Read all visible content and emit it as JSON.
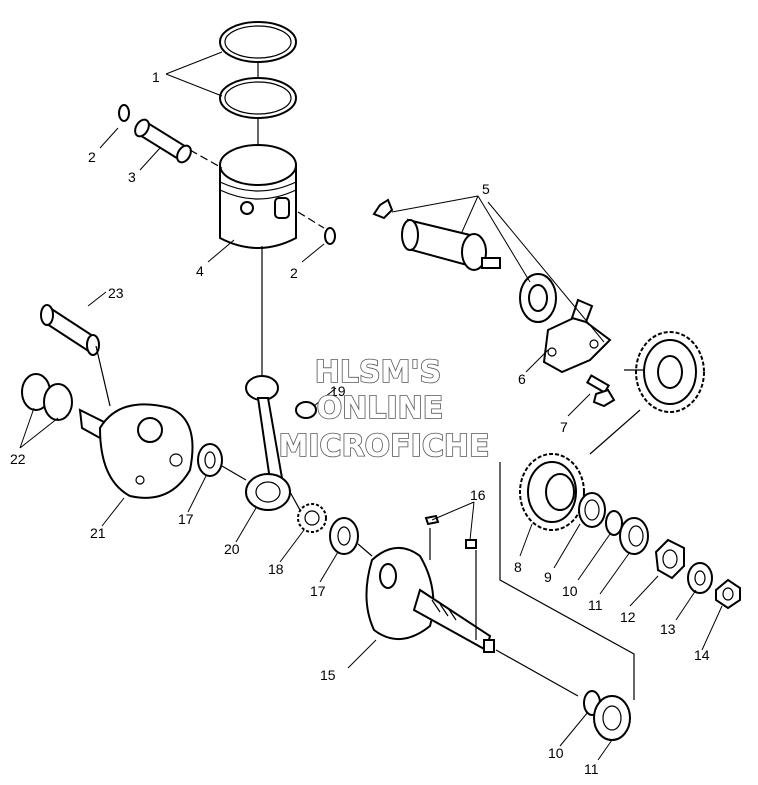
{
  "watermark": {
    "line1": "HLSM'S",
    "line2": "ONLINE",
    "line3": "MICROFICHE"
  },
  "callouts": [
    {
      "id": "c1",
      "text": "1"
    },
    {
      "id": "c2a",
      "text": "2"
    },
    {
      "id": "c2b",
      "text": "2"
    },
    {
      "id": "c3",
      "text": "3"
    },
    {
      "id": "c4",
      "text": "4"
    },
    {
      "id": "c5",
      "text": "5"
    },
    {
      "id": "c6",
      "text": "6"
    },
    {
      "id": "c7",
      "text": "7"
    },
    {
      "id": "c8",
      "text": "8"
    },
    {
      "id": "c9",
      "text": "9"
    },
    {
      "id": "c10a",
      "text": "10"
    },
    {
      "id": "c10b",
      "text": "10"
    },
    {
      "id": "c11a",
      "text": "11"
    },
    {
      "id": "c11b",
      "text": "11"
    },
    {
      "id": "c12",
      "text": "12"
    },
    {
      "id": "c13",
      "text": "13"
    },
    {
      "id": "c14",
      "text": "14"
    },
    {
      "id": "c15",
      "text": "15"
    },
    {
      "id": "c16",
      "text": "16"
    },
    {
      "id": "c17a",
      "text": "17"
    },
    {
      "id": "c17b",
      "text": "17"
    },
    {
      "id": "c18",
      "text": "18"
    },
    {
      "id": "c19",
      "text": "19"
    },
    {
      "id": "c20",
      "text": "20"
    },
    {
      "id": "c21",
      "text": "21"
    },
    {
      "id": "c22",
      "text": "22"
    },
    {
      "id": "c23",
      "text": "23"
    }
  ]
}
